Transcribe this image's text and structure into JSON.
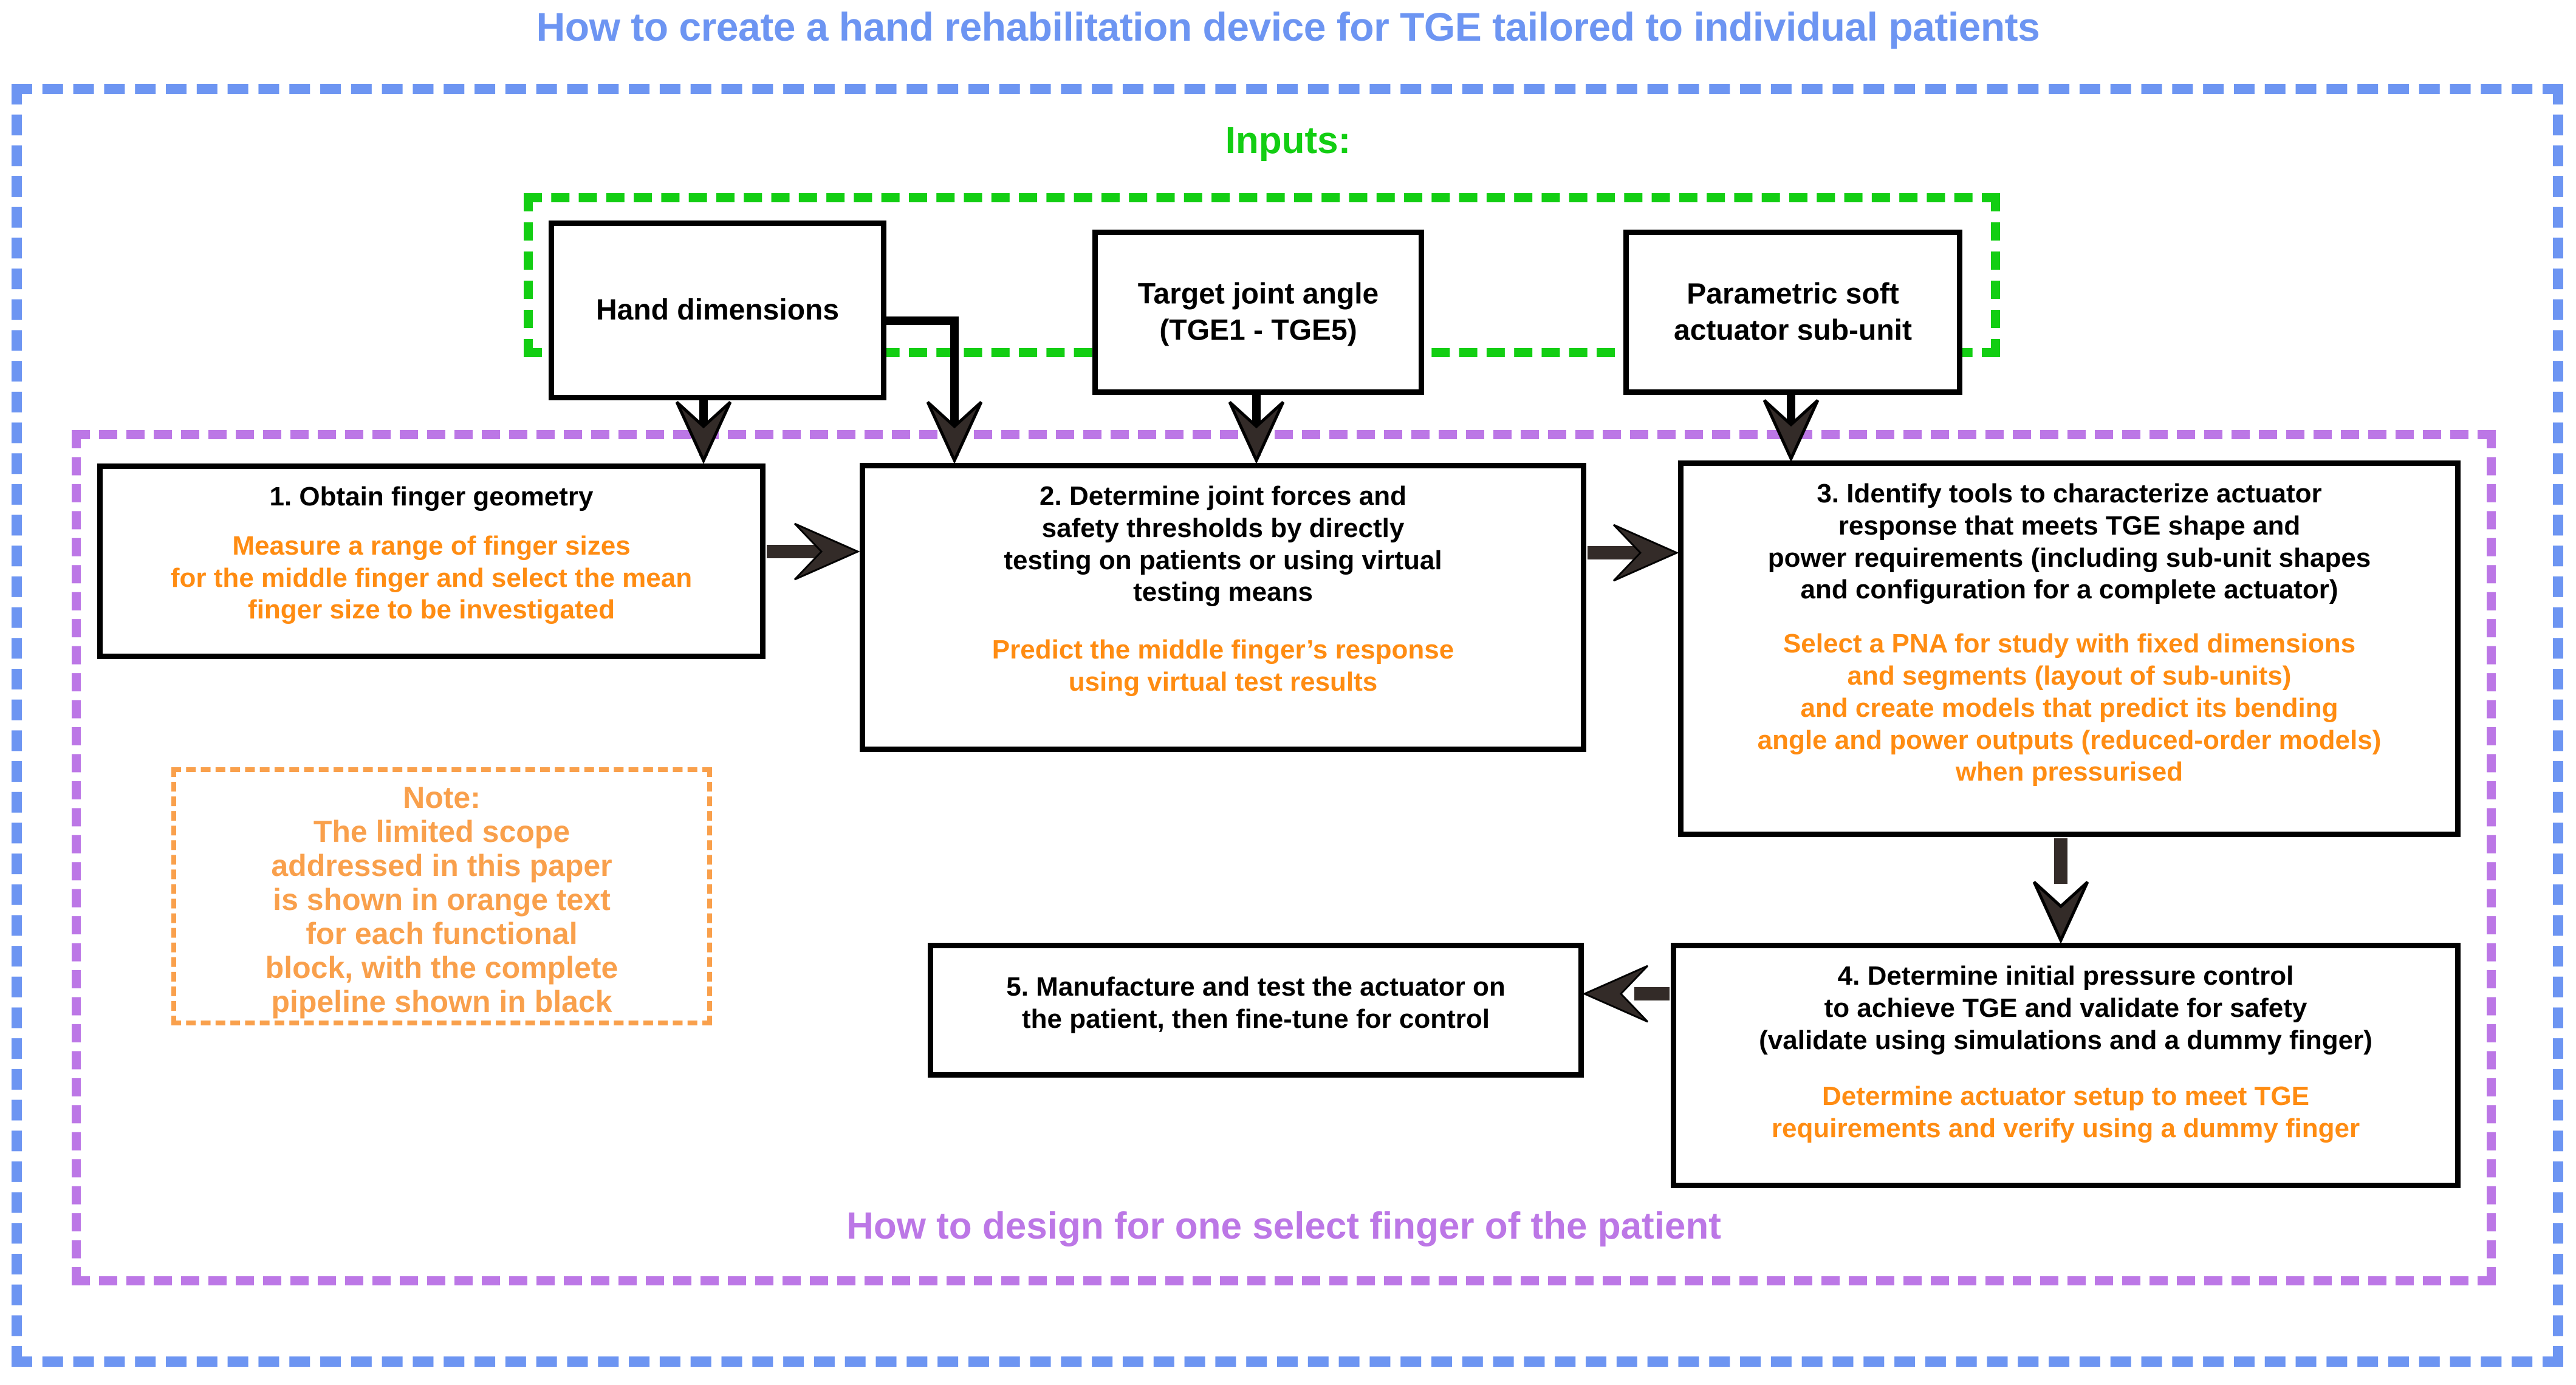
{
  "page": {
    "title": "How to create a hand rehabilitation device for TGE tailored to individual patients",
    "inputs_label": "Inputs:",
    "design_scope_label": "How to design for one select finger of the patient"
  },
  "colors": {
    "outer_border_blue": "#6d95f2",
    "inputs_green": "#13ce13",
    "design_purple": "#bc77e6",
    "highlight_orange": "#ff8c12",
    "note_orange": "#f9a04c",
    "box_border_black": "#000000",
    "arrow_dark": "#332b28"
  },
  "inputs": {
    "boxes": [
      {
        "id": "hand-dimensions",
        "label": "Hand dimensions"
      },
      {
        "id": "target-joint-angle",
        "line1": "Target joint angle",
        "line2": "(TGE1 - TGE5)"
      },
      {
        "id": "parametric-soft-actuator-sub-unit",
        "line1": "Parametric soft",
        "line2": "actuator sub-unit"
      }
    ]
  },
  "process": {
    "step1": {
      "header": "1. Obtain finger geometry",
      "highlight_lines": [
        "Measure a range of finger sizes",
        "for the middle finger and select the mean",
        "finger size to be investigated"
      ]
    },
    "step2": {
      "header_lines": [
        "2. Determine joint forces and",
        "safety thresholds by directly",
        "testing on patients or using virtual",
        "testing means"
      ],
      "highlight_lines": [
        "Predict the middle finger’s response",
        "using virtual test results"
      ]
    },
    "step3": {
      "header_lines": [
        "3. Identify tools to characterize actuator",
        "response that meets TGE shape and",
        "power requirements (including sub-unit shapes",
        "and configuration for a complete actuator)"
      ],
      "highlight_lines": [
        "Select a PNA for study with fixed dimensions",
        "and segments (layout of sub-units)",
        "and create models that predict its bending",
        "angle and power outputs (reduced-order models)",
        "when pressurised"
      ]
    },
    "step4": {
      "header_lines": [
        "4. Determine initial pressure control",
        "to achieve TGE and validate for safety",
        "(validate using simulations and a dummy finger)"
      ],
      "highlight_lines": [
        "Determine actuator setup to meet TGE",
        "requirements and verify using a dummy finger"
      ]
    },
    "step5": {
      "header_lines": [
        "5. Manufacture and test the actuator on",
        "the patient, then fine-tune for control"
      ]
    }
  },
  "note": {
    "lines": [
      "Note:",
      "The limited scope",
      "addressed in this paper",
      "is shown in orange text",
      "for each functional",
      "block, with the  complete",
      "pipeline shown in black"
    ]
  }
}
